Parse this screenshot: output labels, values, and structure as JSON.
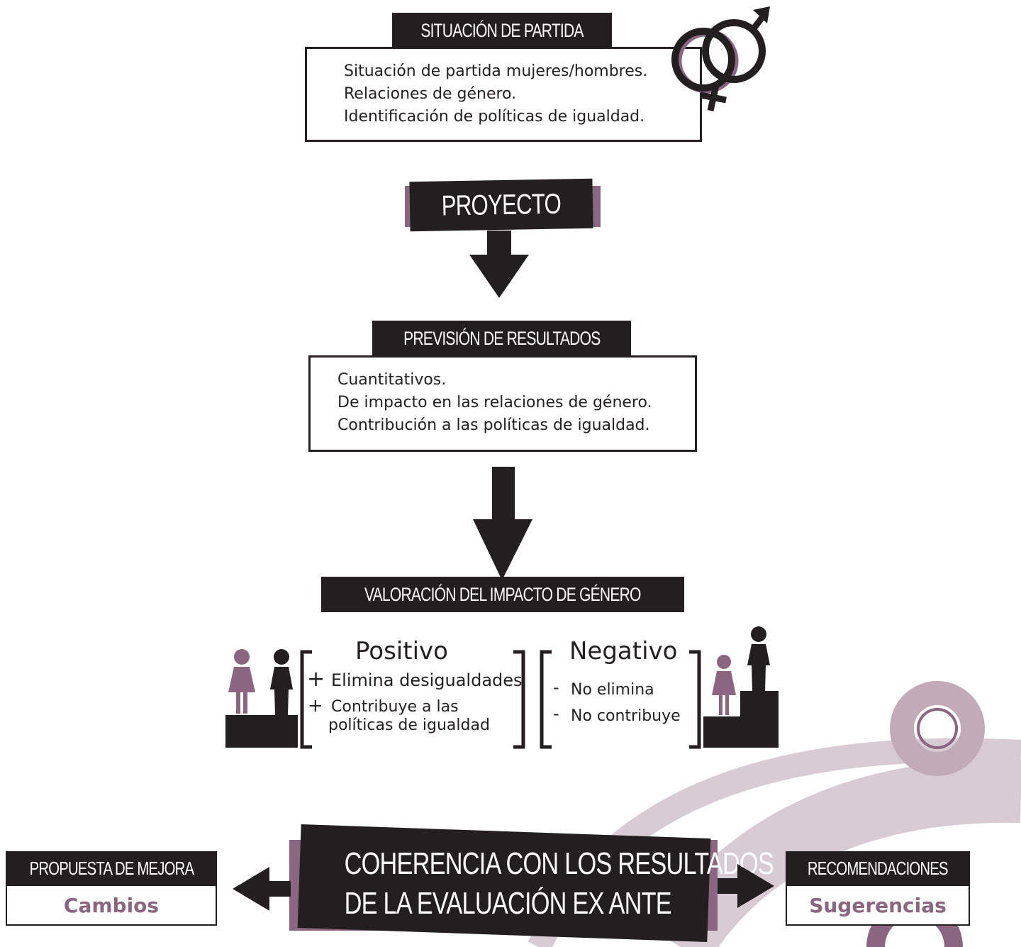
{
  "situacion": {
    "title": "SITUACIÓN DE PARTIDA",
    "lines": [
      "Situación de partida mujeres/hombres.",
      "Relaciones de género.",
      "Identificación de políticas de igualdad."
    ]
  },
  "proyecto": {
    "title": "PROYECTO"
  },
  "prevision": {
    "title": "PREVISIÓN DE RESULTADOS",
    "lines": [
      "Cuantitativos.",
      "De impacto en las relaciones de género.",
      "Contribución a las políticas de igualdad."
    ]
  },
  "valoracion": {
    "title": "VALORACIÓN DEL IMPACTO DE GÉNERO",
    "positivo": {
      "heading": "Positivo",
      "item1_sign": "+",
      "item1": "Elimina desigualdades",
      "item2_sign": "+",
      "item2_line1": "Contribuye a las",
      "item2_line2": "políticas de igualdad"
    },
    "negativo": {
      "heading": "Negativo",
      "item1_sign": "-",
      "item1": "No elimina",
      "item2_sign": "-",
      "item2": "No contribuye"
    }
  },
  "coherencia": {
    "line1": "COHERENCIA CON LOS RESULTADOS",
    "line2": "DE LA EVALUACIÓN EX ANTE"
  },
  "propuesta": {
    "title": "PROPUESTA DE MEJORA",
    "value": "Cambios"
  },
  "recomendaciones": {
    "title": "RECOMENDACIONES",
    "value": "Sugerencias"
  },
  "colors": {
    "dark": "#231f20",
    "mauve": "#8a6680",
    "light_mauve": "#d8cbd3",
    "ring_mauve": "#c2aab9"
  },
  "icons": [
    "gender-symbols-icon",
    "woman-icon",
    "man-icon",
    "arrow-down-icon",
    "arrow-left-icon",
    "arrow-right-icon"
  ]
}
